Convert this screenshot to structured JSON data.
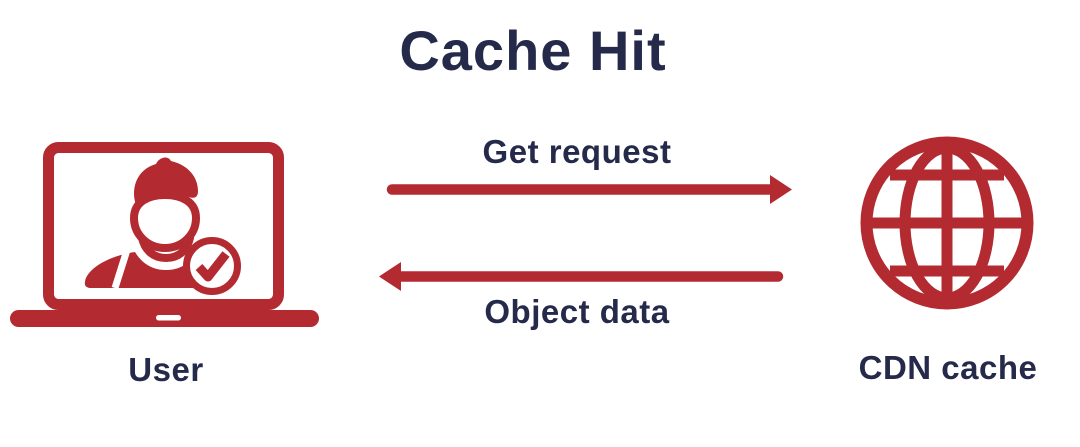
{
  "title": "Cache Hit",
  "colors": {
    "red": "#b32b31",
    "navy": "#252a4b",
    "background": "#ffffff"
  },
  "nodes": {
    "user": {
      "label": "User",
      "icon": "laptop-user-check-icon"
    },
    "cdn": {
      "label": "CDN cache",
      "icon": "globe-icon"
    }
  },
  "flows": {
    "request": {
      "label": "Get request",
      "direction": "left-to-right"
    },
    "response": {
      "label": "Object data",
      "direction": "right-to-left"
    }
  }
}
